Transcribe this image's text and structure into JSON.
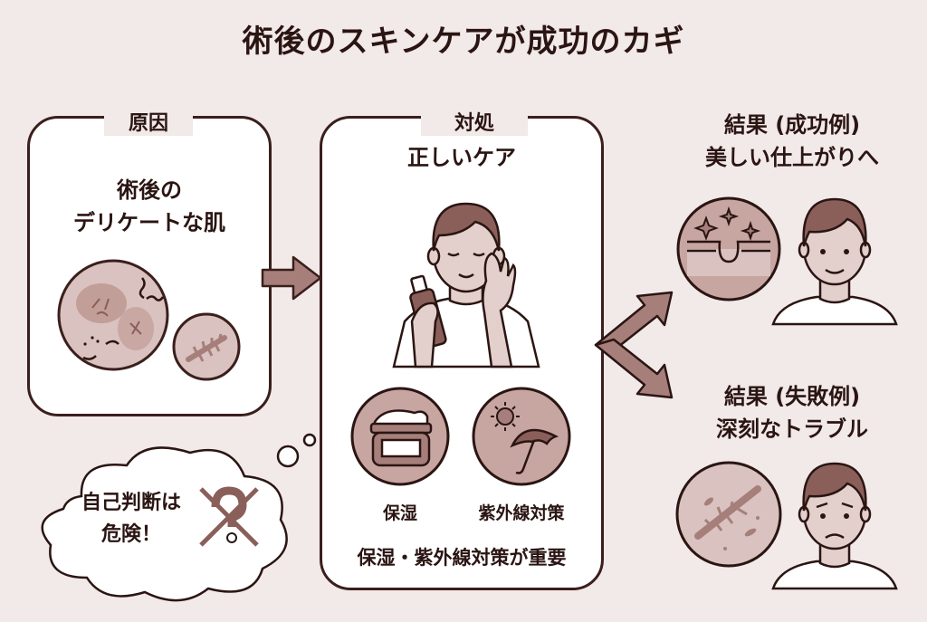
{
  "title": "術後のスキンケアが成功のカギ",
  "cause": {
    "label": "原因",
    "heading_line1": "術後の",
    "heading_line2": "デリケートな肌",
    "illustrations": [
      "irritated-skin-closeup",
      "incision-scar-closeup"
    ]
  },
  "action": {
    "label": "対処",
    "heading": "正しいケア",
    "illustration": "person-applying-skincare",
    "items": [
      {
        "icon": "cream-jar-icon",
        "label": "保湿"
      },
      {
        "icon": "sun-umbrella-icon",
        "label": "紫外線対策"
      }
    ],
    "footer": "保湿・紫外線対策が重要"
  },
  "warning": {
    "line1": "自己判断は",
    "line2": "危険！",
    "icon": "crossed-question-mark-icon"
  },
  "results": {
    "success": {
      "line1": "結果 (成功例)",
      "line2": "美しい仕上がりへ",
      "illustrations": [
        "healthy-skin-closeup",
        "smiling-person"
      ]
    },
    "failure": {
      "line1": "結果 (失敗例)",
      "line2": "深刻なトラブル",
      "illustrations": [
        "damaged-scar-closeup",
        "worried-person"
      ]
    }
  },
  "colors": {
    "background": "#f2e9e9",
    "outline": "#3a1f1c",
    "accent": "#a67f7a",
    "accent_light": "#d6bfbc",
    "panel": "#ffffff"
  }
}
